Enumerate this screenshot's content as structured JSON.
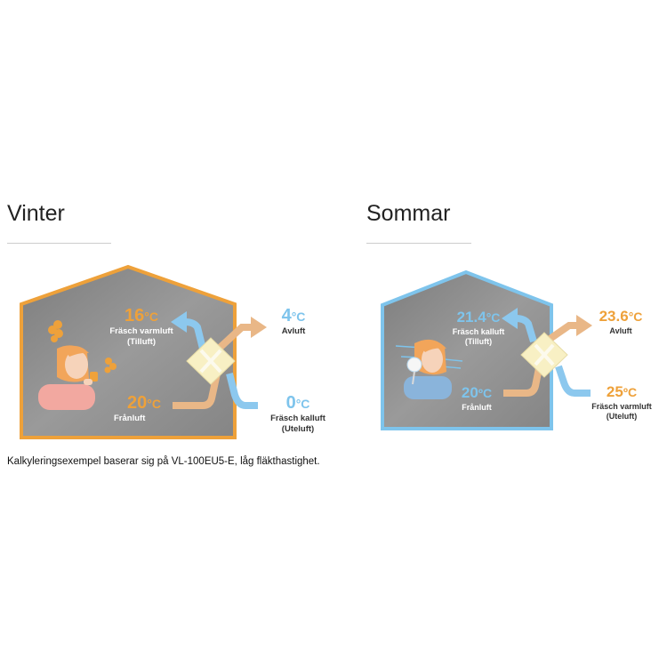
{
  "winter": {
    "title": "Vinter",
    "supply": {
      "value": "16",
      "unit": "°C",
      "line1": "Fräsch varmluft",
      "line2": "(Tilluft)"
    },
    "exhaust_out": {
      "value": "4",
      "unit": "°C",
      "line1": "Avluft"
    },
    "extract": {
      "value": "20",
      "unit": "°C",
      "line1": "Frånluft"
    },
    "outdoor": {
      "value": "0",
      "unit": "°C",
      "line1": "Fräsch kalluft",
      "line2": "(Uteluft)"
    }
  },
  "summer": {
    "title": "Sommar",
    "supply": {
      "value": "21.4",
      "unit": "°C",
      "line1": "Fräsch kalluft",
      "line2": "(Tilluft)"
    },
    "exhaust_out": {
      "value": "23.6",
      "unit": "°C",
      "line1": "Avluft"
    },
    "extract": {
      "value": "20",
      "unit": "ºC",
      "line1": "Frånluft"
    },
    "outdoor": {
      "value": "25",
      "unit": "ºC",
      "line1": "Fräsch varmluft",
      "line2": "(Uteluft)"
    }
  },
  "footnote": "Kalkyleringsexempel baserar sig på VL-100EU5-E, låg fläkthastighet.",
  "colors": {
    "warm": "#eea13a",
    "cool": "#7ec4ec",
    "arrow_warm": "#e9b787",
    "arrow_cool": "#8cc8ee",
    "house_fill": "#8f8f8f",
    "exchanger": "#f8f0c4"
  }
}
